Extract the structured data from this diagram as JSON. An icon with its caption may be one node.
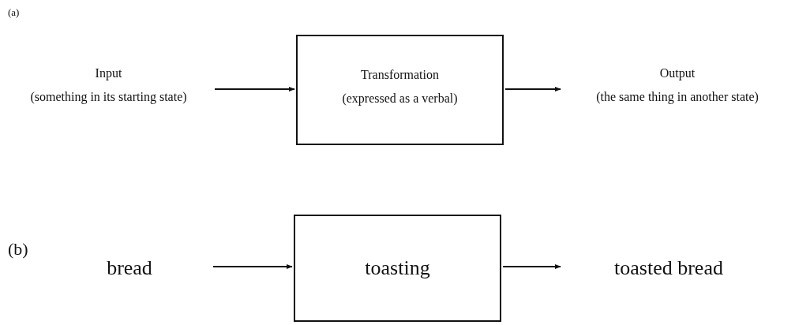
{
  "diagram": {
    "nodes": [
      {
        "text": [
          "Input",
          "(something in its starting state)"
        ]
      },
      {
        "text": [
          "Transformation",
          "(expressed as a verbal)"
        ]
      },
      {
        "text": [
          "Output",
          "(the same thing in another state)"
        ]
      },
      {
        "text": [
          "bread"
        ]
      },
      {
        "text": [
          "toasting"
        ]
      },
      {
        "text": [
          "toasted bread"
        ]
      }
    ],
    "edges": [
      {
        "from": 0,
        "to": 1,
        "arrow": "to"
      },
      {
        "from": 1,
        "to": 2,
        "arrow": "to"
      },
      {
        "from": 3,
        "to": 4,
        "arrow": "to"
      },
      {
        "from": 4,
        "to": 5,
        "arrow": "to"
      }
    ],
    "labels": [
      "(a)",
      "(b)"
    ]
  }
}
